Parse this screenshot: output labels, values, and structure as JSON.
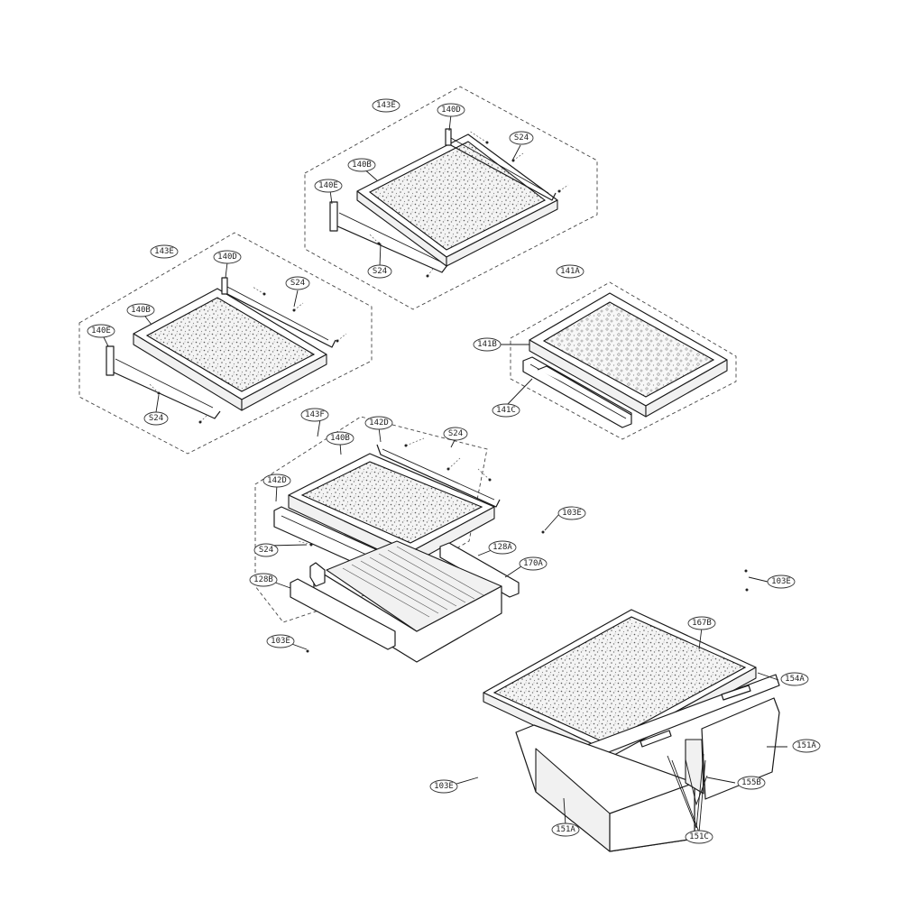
{
  "callouts": [
    {
      "id": "143E-top",
      "text": "143E"
    },
    {
      "id": "140D-top",
      "text": "140D"
    },
    {
      "id": "S24-top-a",
      "text": "S24"
    },
    {
      "id": "140B-top",
      "text": "140B"
    },
    {
      "id": "140E-top",
      "text": "140E"
    },
    {
      "id": "S24-top-b",
      "text": "S24"
    },
    {
      "id": "143E-left",
      "text": "143E"
    },
    {
      "id": "140D-left",
      "text": "140D"
    },
    {
      "id": "S24-left-a",
      "text": "S24"
    },
    {
      "id": "140B-left",
      "text": "140B"
    },
    {
      "id": "140E-left",
      "text": "140E"
    },
    {
      "id": "S24-left-b",
      "text": "S24"
    },
    {
      "id": "141A",
      "text": "141A"
    },
    {
      "id": "141B",
      "text": "141B"
    },
    {
      "id": "141C",
      "text": "141C"
    },
    {
      "id": "143F",
      "text": "143F"
    },
    {
      "id": "142D-a",
      "text": "142D"
    },
    {
      "id": "S24-mid-a",
      "text": "S24"
    },
    {
      "id": "140B-mid",
      "text": "140B"
    },
    {
      "id": "142D-b",
      "text": "142D"
    },
    {
      "id": "S24-mid-b",
      "text": "S24"
    },
    {
      "id": "128A",
      "text": "128A"
    },
    {
      "id": "170A",
      "text": "170A"
    },
    {
      "id": "128B",
      "text": "128B"
    },
    {
      "id": "103E-a",
      "text": "103E"
    },
    {
      "id": "103E-b",
      "text": "103E"
    },
    {
      "id": "103E-c",
      "text": "103E"
    },
    {
      "id": "103E-d",
      "text": "103E"
    },
    {
      "id": "167B",
      "text": "167B"
    },
    {
      "id": "154A",
      "text": "154A"
    },
    {
      "id": "151A-right",
      "text": "151A"
    },
    {
      "id": "155B",
      "text": "155B"
    },
    {
      "id": "151C",
      "text": "151C"
    },
    {
      "id": "151A-bottom",
      "text": "151A"
    }
  ]
}
